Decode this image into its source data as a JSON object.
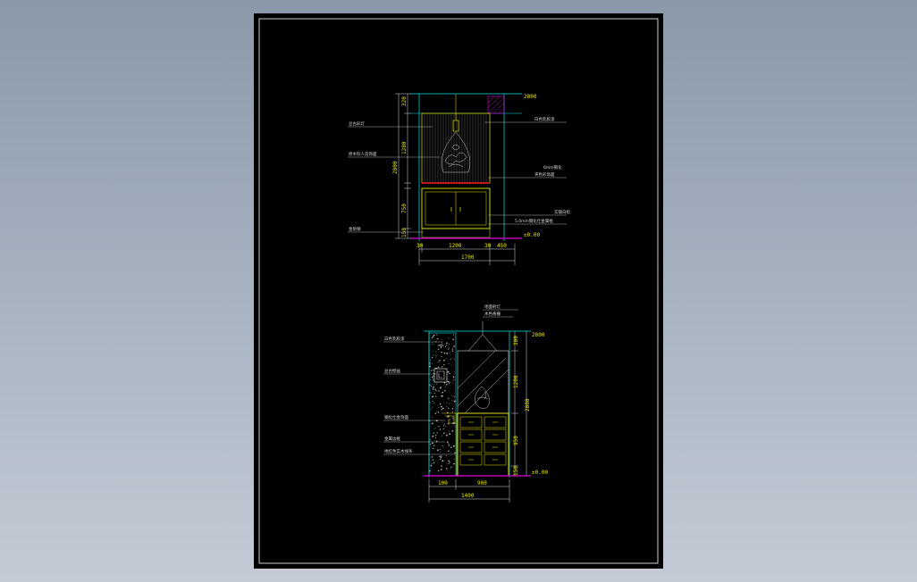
{
  "colors": {
    "background_top": "#8a98a9",
    "background_bottom": "#c3cad5",
    "sheet": "#000000",
    "border": "#ffffff",
    "cyan": "#00e5e5",
    "yellow": "#e8e800",
    "red": "#ff2020",
    "magenta": "#e000e0",
    "white": "#d8d8d8"
  },
  "elevation_top": {
    "labels_left": [
      "豆古彩灯",
      "原木料人造饰面",
      "金角钢"
    ],
    "labels_right": [
      "白色乳胶漆",
      "6mm钢化",
      "夹色彩饰面",
      "实铺白松",
      "5.0mm钢化仕金属框"
    ],
    "dims_vertical": [
      "320",
      "1280",
      "2800",
      "750",
      "150"
    ],
    "dims_horizontal": [
      "30",
      "1200",
      "30",
      "450"
    ],
    "dim_total": "1700",
    "level_top": "2800",
    "level_bottom": "±0.00"
  },
  "elevation_bottom": {
    "labels_top": [
      "地面射灯",
      "木色格栅"
    ],
    "labels_left": [
      "白色乳胶漆",
      "豆古壁画",
      "钢化仕金饰面",
      "金属边框",
      "地红色实木线条"
    ],
    "dims_vertical": [
      "300",
      "1200",
      "2800",
      "950",
      "150"
    ],
    "dims_horizontal": [
      "100",
      "900"
    ],
    "dim_total": "1400",
    "level_top": "2800",
    "level_bottom": "±0.00"
  }
}
